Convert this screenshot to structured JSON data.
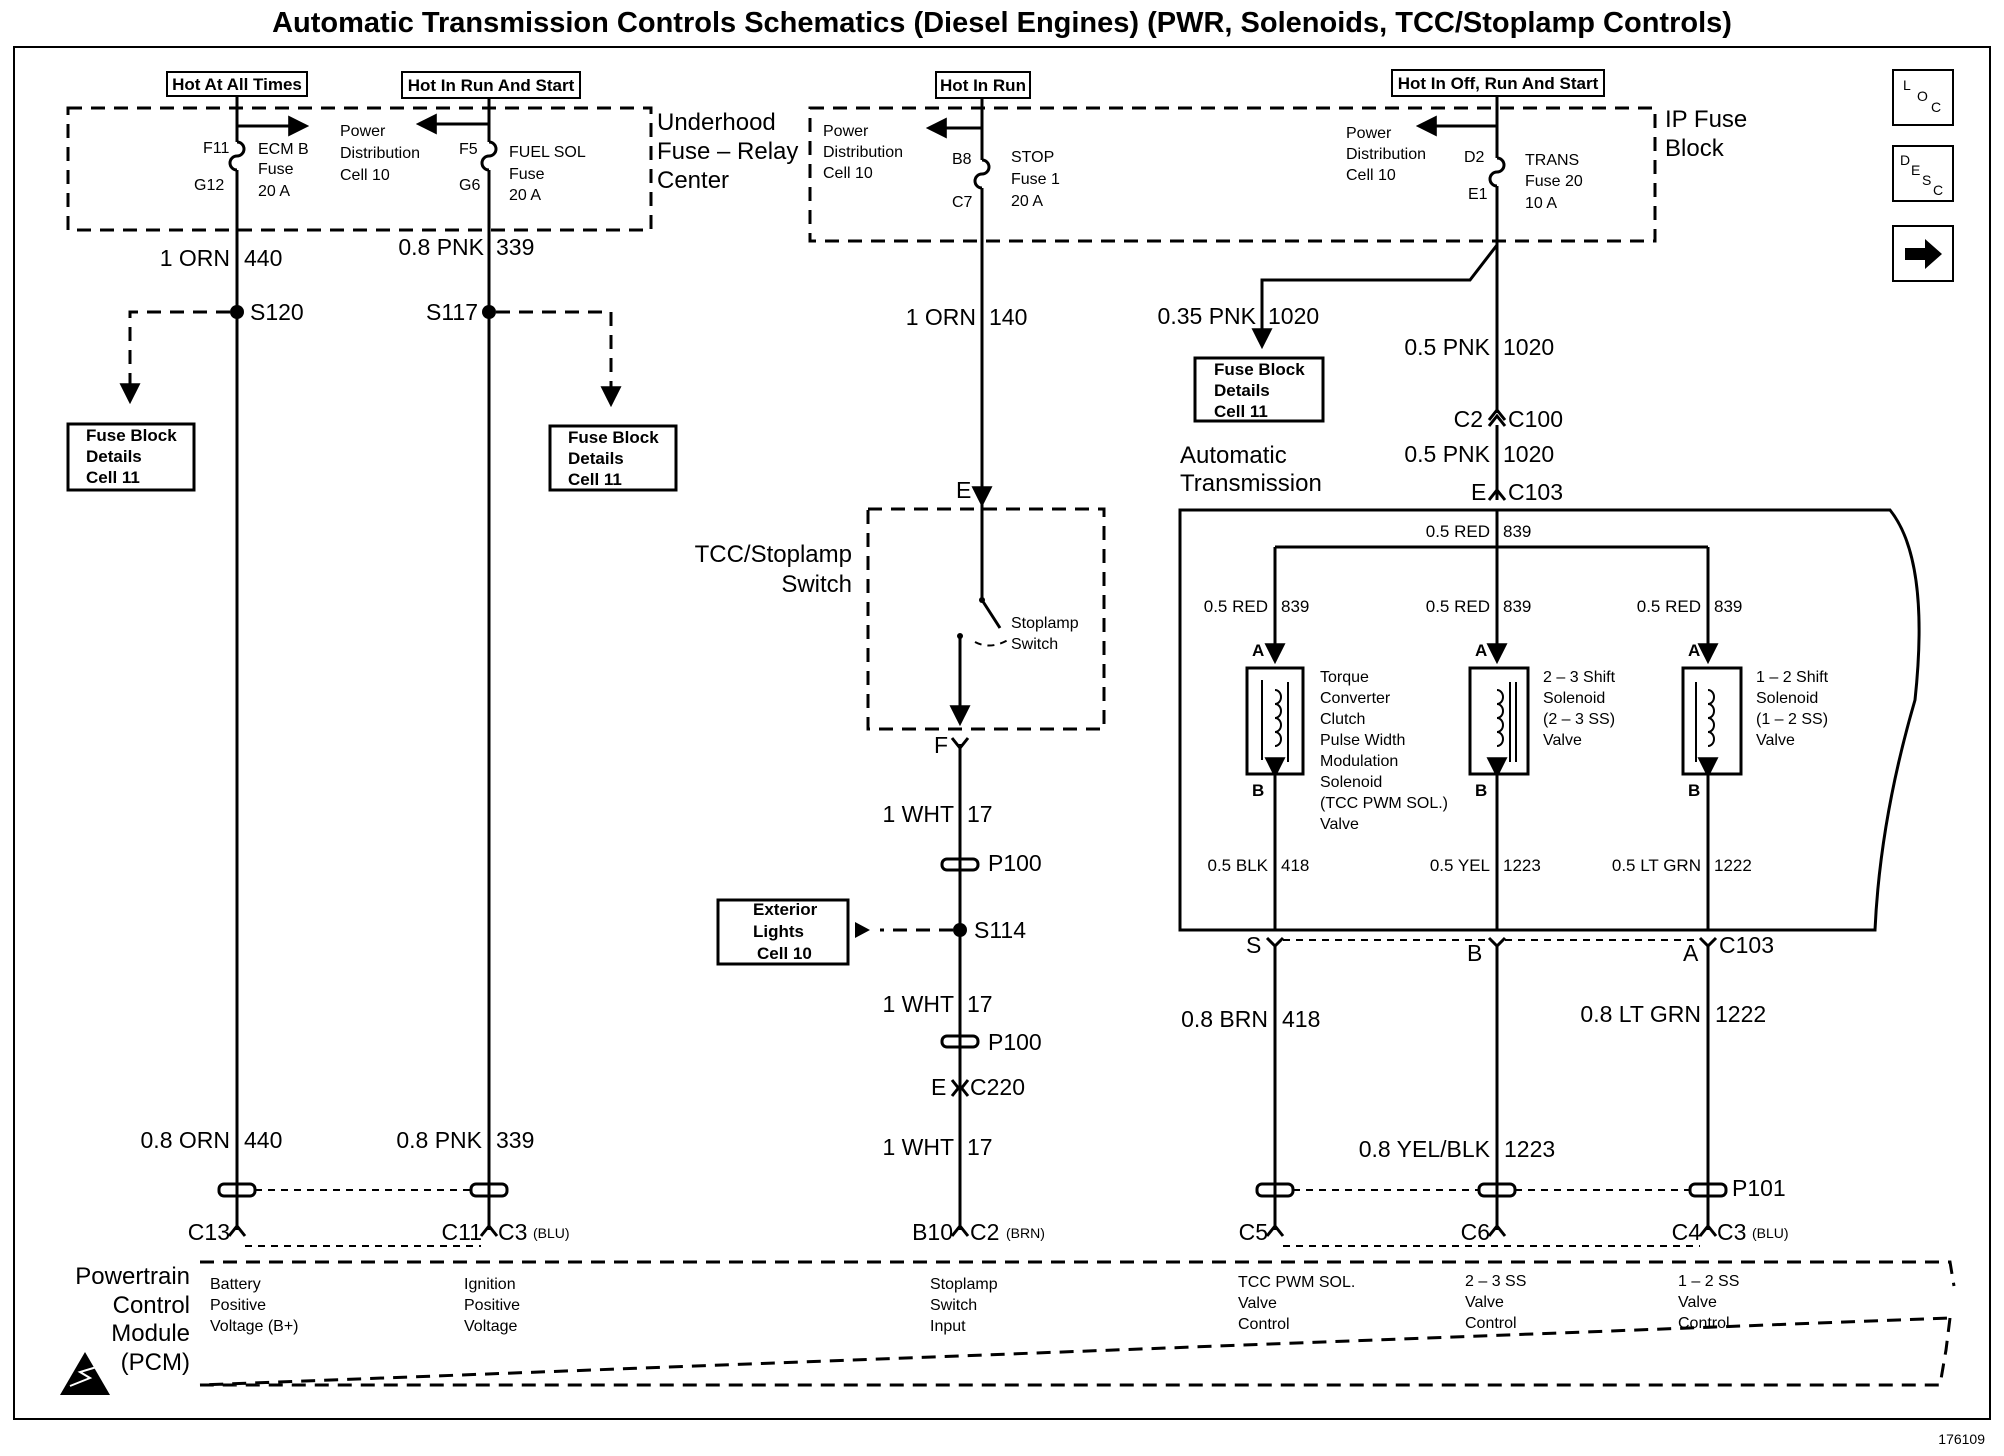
{
  "title": "Automatic Transmission Controls Schematics (Diesel Engines) (PWR, Solenoids, TCC/Stoplamp Controls)",
  "figure_number": "176109",
  "nav_icons": {
    "loc": "LOC",
    "desc": "DESC",
    "next": "next-arrow-icon"
  },
  "power_labels": {
    "hot_all_times": "Hot At All Times",
    "hot_run_start": "Hot In Run And Start",
    "hot_run": "Hot In Run",
    "hot_off_run_start": "Hot In Off, Run And Start"
  },
  "fuse_centers": {
    "underhood": [
      "Underhood",
      "Fuse – Relay",
      "Center"
    ],
    "ip": [
      "IP Fuse",
      "Block"
    ]
  },
  "fuses": {
    "ecm_b": {
      "top_pin": "F11",
      "bottom_pin": "G12",
      "name": [
        "ECM B",
        "Fuse",
        "20 A"
      ]
    },
    "fuel_sol": {
      "top_pin": "F5",
      "bottom_pin": "G6",
      "name": [
        "FUEL SOL",
        "Fuse",
        "20 A"
      ]
    },
    "stop": {
      "top_pin": "B8",
      "bottom_pin": "C7",
      "name": [
        "STOP",
        "Fuse 1",
        "20 A"
      ]
    },
    "trans": {
      "top_pin": "D2",
      "bottom_pin": "E1",
      "name": [
        "TRANS",
        "Fuse 20",
        "10 A"
      ]
    }
  },
  "power_distribution": [
    "Power",
    "Distribution",
    "Cell 10"
  ],
  "fuse_block_details": [
    "Fuse Block",
    "Details",
    "Cell 11"
  ],
  "exterior_lights": [
    "Exterior",
    "Lights",
    "Cell 10"
  ],
  "wires": {
    "w440_top": "1 ORN",
    "c440_top": "440",
    "w339_top": "0.8 PNK",
    "c339_top": "339",
    "w140": "1 ORN",
    "c140": "140",
    "w1020a": "0.35 PNK",
    "c1020a": "1020",
    "w1020b": "0.5 PNK",
    "c1020b": "1020",
    "w1020c": "0.5 PNK",
    "c1020c": "1020",
    "w17a": "1 WHT",
    "c17a": "17",
    "w17b": "1 WHT",
    "c17b": "17",
    "w17c": "1 WHT",
    "c17c": "17",
    "w440_bot": "0.8 ORN",
    "c440_bot": "440",
    "w339_bot": "0.8 PNK",
    "c339_bot": "339",
    "w418": "0.8 BRN",
    "c418": "418",
    "w1222": "0.8 LT GRN",
    "c1222": "1222",
    "w1223": "0.8 YEL/BLK",
    "c1223": "1223",
    "w839": "0.5 RED",
    "c839": "839",
    "w418i": "0.5 BLK",
    "c418i": "418",
    "w1223i": "0.5 YEL",
    "c1223i": "1223",
    "w1222i": "0.5 LT GRN",
    "c1222i": "1222"
  },
  "splices": {
    "s120": "S120",
    "s117": "S117",
    "s114": "S114"
  },
  "connectors": {
    "c2": "C2",
    "c100": "C100",
    "e": "E",
    "c103": "C103",
    "f": "F",
    "p100": "P100",
    "c220": "C220",
    "s": "S",
    "b": "B",
    "a": "A",
    "p101": "P101",
    "c13": "C13",
    "c11": "C11",
    "c3": "C3",
    "blu": "(BLU)",
    "b10": "B10",
    "c2b": "C2",
    "brn": "(BRN)",
    "c5": "C5",
    "c6": "C6",
    "c4": "C4",
    "c3b": "C3",
    "blu2": "(BLU)"
  },
  "tcc_switch": {
    "title": [
      "TCC/Stoplamp",
      "Switch"
    ],
    "inner": [
      "Stoplamp",
      "Switch"
    ]
  },
  "auto_trans": [
    "Automatic",
    "Transmission"
  ],
  "solenoids": {
    "tcc": [
      "Torque",
      "Converter",
      "Clutch",
      "Pulse Width",
      "Modulation",
      "Solenoid",
      "(TCC PWM SOL.)",
      "Valve"
    ],
    "ss23": [
      "2 – 3 Shift",
      "Solenoid",
      "(2 – 3 SS)",
      "Valve"
    ],
    "ss12": [
      "1 – 2 Shift",
      "Solenoid",
      "(1 – 2 SS)",
      "Valve"
    ],
    "pin_a": "A",
    "pin_b": "B"
  },
  "pcm": {
    "name": [
      "Powertrain",
      "Control",
      "Module",
      "(PCM)"
    ],
    "inputs": [
      [
        "Battery",
        "Positive",
        "Voltage (B+)"
      ],
      [
        "Ignition",
        "Positive",
        "Voltage"
      ],
      [
        "Stoplamp",
        "Switch",
        "Input"
      ],
      [
        "TCC PWM SOL.",
        "Valve",
        "Control"
      ],
      [
        "2 – 3 SS",
        "Valve",
        "Control"
      ],
      [
        "1 – 2 SS",
        "Valve",
        "Control"
      ]
    ]
  }
}
